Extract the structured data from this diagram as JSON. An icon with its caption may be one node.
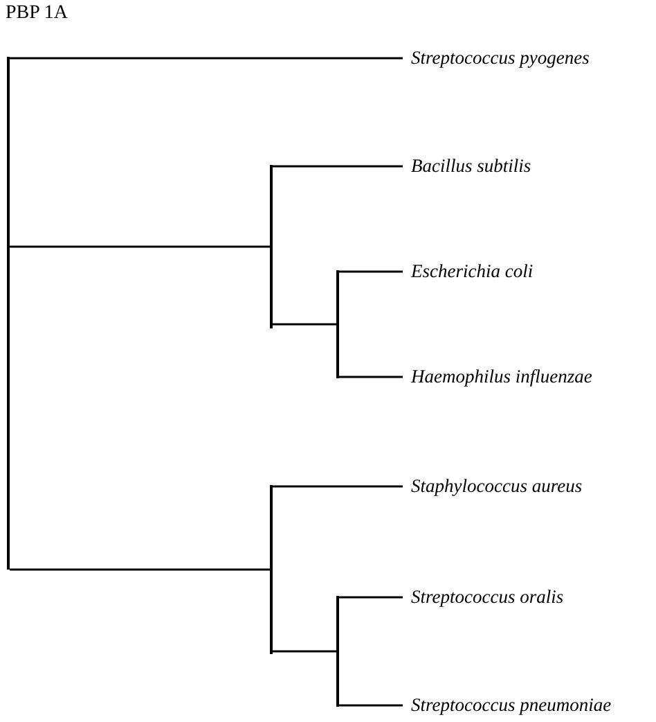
{
  "diagram": {
    "title": "PBP 1A",
    "nodes": [
      {
        "text": [],
        "shape": "bar"
      },
      {
        "text": [
          "Streptococcus pyogenes"
        ]
      },
      {
        "text": [],
        "shape": "bar"
      },
      {
        "text": [
          "Bacillus subtilis"
        ]
      },
      {
        "text": [],
        "shape": "bar"
      },
      {
        "text": [
          "Escherichia coli"
        ]
      },
      {
        "text": [
          "Haemophilus influenzae"
        ]
      },
      {
        "text": [],
        "shape": "bar"
      },
      {
        "text": [
          "Staphylococcus aureus"
        ]
      },
      {
        "text": [],
        "shape": "bar"
      },
      {
        "text": [
          "Streptococcus oralis"
        ]
      },
      {
        "text": [
          "Streptococcus pneumoniae"
        ]
      }
    ],
    "edges": [
      {
        "from": 0,
        "to": 1,
        "arrow": "none"
      },
      {
        "from": 0,
        "to": 2,
        "arrow": "none"
      },
      {
        "from": 2,
        "to": 3,
        "arrow": "none"
      },
      {
        "from": 2,
        "to": 4,
        "arrow": "none"
      },
      {
        "from": 4,
        "to": 5,
        "arrow": "none"
      },
      {
        "from": 4,
        "to": 6,
        "arrow": "none"
      },
      {
        "from": 0,
        "to": 7,
        "arrow": "none"
      },
      {
        "from": 7,
        "to": 8,
        "arrow": "none"
      },
      {
        "from": 7,
        "to": 9,
        "arrow": "none"
      },
      {
        "from": 9,
        "to": 10,
        "arrow": "none"
      },
      {
        "from": 9,
        "to": 11,
        "arrow": "none"
      }
    ]
  }
}
